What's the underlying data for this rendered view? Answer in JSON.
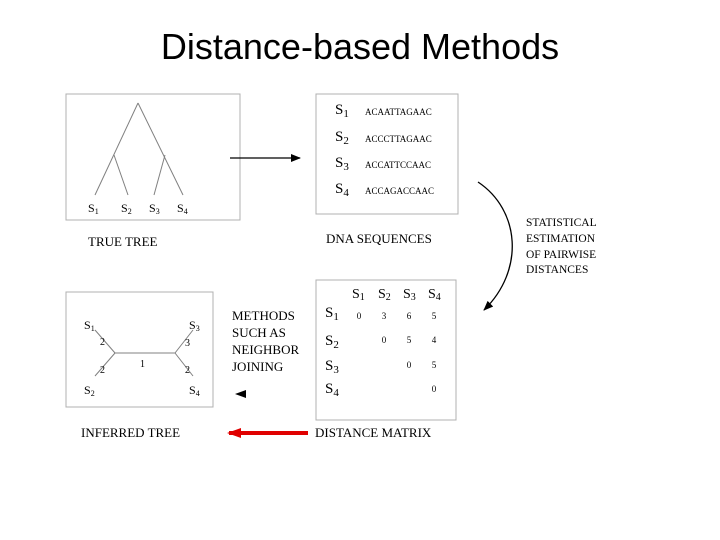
{
  "slide": {
    "title": "Distance-based Methods"
  },
  "true_tree": {
    "caption": "TRUE TREE",
    "leaves": [
      {
        "main": "S",
        "sub": "1"
      },
      {
        "main": "S",
        "sub": "2"
      },
      {
        "main": "S",
        "sub": "3"
      },
      {
        "main": "S",
        "sub": "4"
      }
    ]
  },
  "dna": {
    "caption": "DNA SEQUENCES",
    "rows": [
      {
        "main": "S",
        "sub": "1",
        "seq": "ACAATTAGAAC"
      },
      {
        "main": "S",
        "sub": "2",
        "seq": "ACCCTTAGAAC"
      },
      {
        "main": "S",
        "sub": "3",
        "seq": "ACCATTCCAAC"
      },
      {
        "main": "S",
        "sub": "4",
        "seq": "ACCAGACCAAC"
      }
    ]
  },
  "estimation_label": [
    "STATISTICAL",
    "ESTIMATION",
    "OF PAIRWISE",
    "DISTANCES"
  ],
  "matrix": {
    "caption": "DISTANCE MATRIX",
    "col_headers": [
      {
        "main": "S",
        "sub": "1"
      },
      {
        "main": "S",
        "sub": "2"
      },
      {
        "main": "S",
        "sub": "3"
      },
      {
        "main": "S",
        "sub": "4"
      }
    ],
    "row_headers": [
      {
        "main": "S",
        "sub": "1"
      },
      {
        "main": "S",
        "sub": "2"
      },
      {
        "main": "S",
        "sub": "3"
      },
      {
        "main": "S",
        "sub": "4"
      }
    ],
    "rows": [
      [
        "0",
        "3",
        "6",
        "5"
      ],
      [
        "",
        "0",
        "5",
        "4"
      ],
      [
        "",
        "",
        "0",
        "5"
      ],
      [
        "",
        "",
        "",
        "0"
      ]
    ]
  },
  "methods_label": [
    "METHODS",
    "SUCH AS",
    "NEIGHBOR",
    "JOINING"
  ],
  "inferred_tree": {
    "caption": "INFERRED TREE",
    "leaves": [
      {
        "main": "S",
        "sub": "1"
      },
      {
        "main": "S",
        "sub": "2"
      },
      {
        "main": "S",
        "sub": "3"
      },
      {
        "main": "S",
        "sub": "4"
      }
    ],
    "branch_lengths": {
      "s1": "2",
      "s2": "2",
      "internal": "1",
      "s3": "3",
      "s4": "2"
    }
  },
  "colors": {
    "red_arrow": "#e00000",
    "box_border": "#b0b0b0",
    "tree_line": "#808080"
  }
}
